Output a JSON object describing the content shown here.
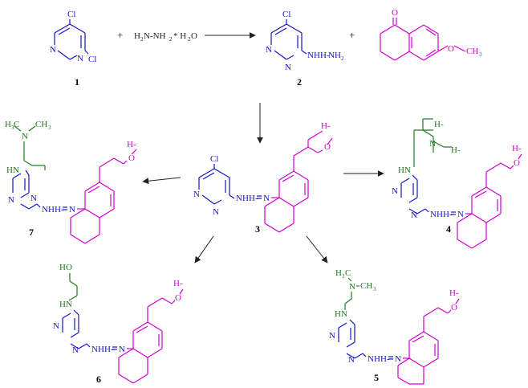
{
  "colors": {
    "pyrimidine": "#1515c8",
    "tetralone": "#d200d2",
    "side_chain": "#1f7a1f",
    "reagent": "#2a2a2a"
  },
  "atoms": {
    "N": "N",
    "Cl": "Cl",
    "O": "O",
    "HO": "HO",
    "HN": "HN",
    "H": "H",
    "NH": "NH",
    "CH": "CH",
    "C": "C",
    "two": "2",
    "three": "3",
    "hyd_chain": "N-N",
    "sep": "H-",
    "bridge": "H-N"
  },
  "reagents": {
    "plus": "+",
    "hydrazine_pre": "H",
    "hydrazine_mid": "N-NH",
    "hydrazine_x": "* H",
    "hydrazine_o": "O"
  },
  "labels": [
    "1",
    "2",
    "3",
    "4",
    "5",
    "6",
    "7"
  ]
}
